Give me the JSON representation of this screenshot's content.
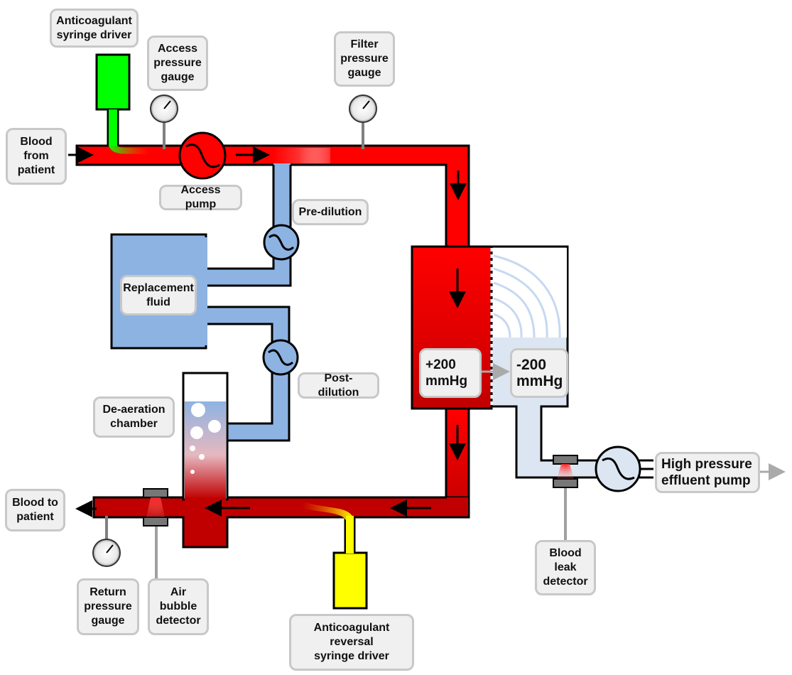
{
  "labels": {
    "anticoag_syringe": "Anticoagulant\nsyringe driver",
    "access_gauge": "Access\npressure\ngauge",
    "filter_gauge": "Filter\npressure\ngauge",
    "blood_from_patient": "Blood\nfrom\npatient",
    "access_pump": "Access pump",
    "pre_dilution": "Pre-dilution",
    "replacement_fluid": "Replacement\nfluid",
    "post_dilution": "Post-dilution",
    "deaeration": "De-aeration\nchamber",
    "blood_to_patient": "Blood to\npatient",
    "return_gauge": "Return\npressure\ngauge",
    "air_bubble": "Air\nbubble\ndetector",
    "reversal_syringe": "Anticoagulant\nreversal\nsyringe driver",
    "blood_leak": "Blood\nleak\ndetector",
    "effluent_pump": "High pressure\neffluent pump",
    "pressure_blood": "+200\nmmHg",
    "pressure_effluent": "-200\nmmHg"
  },
  "colors": {
    "blood": "#ff0000",
    "blood_dark": "#c00000",
    "replacement": "#8db3e2",
    "effluent": "#dce6f2",
    "anticoagulant": "#00ff00",
    "reversal": "#ffff00",
    "outline": "#000000"
  },
  "icons": [
    "pressure-gauge-icon",
    "pump-icon",
    "detector-icon",
    "flow-arrow-icon"
  ]
}
